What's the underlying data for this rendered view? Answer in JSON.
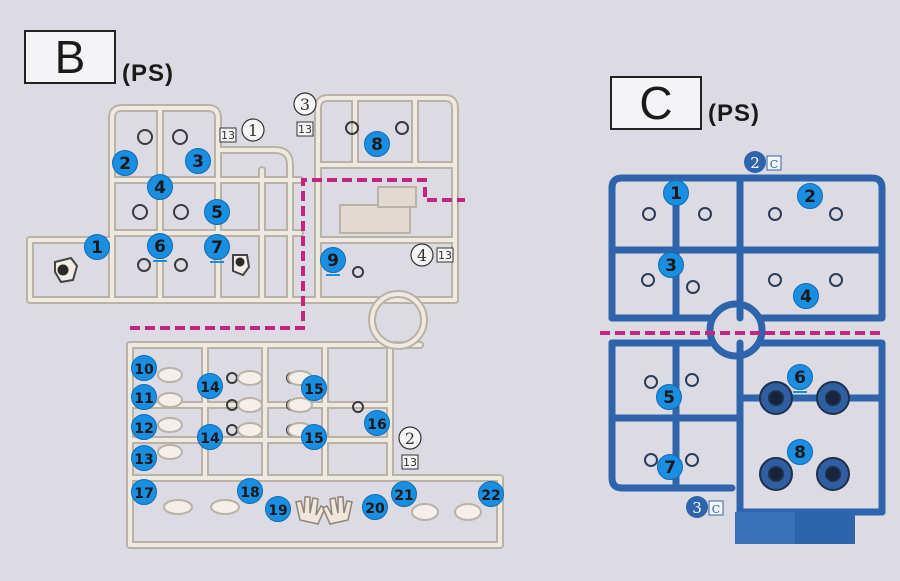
{
  "sections": {
    "B": {
      "letter": "B",
      "material": "(PS)"
    },
    "C": {
      "letter": "C",
      "material": "(PS)"
    }
  },
  "colors": {
    "background": "#dcdbe3",
    "runner_b": "#c9c3b8",
    "runner_b_fill": "#e7e1d8",
    "runner_c": "#2d64ab",
    "badge": "#1a8ee0",
    "cut_line": "#c4237f"
  },
  "b_gate_tags": [
    "1",
    "2",
    "3",
    "4"
  ],
  "b_runner_codes": [
    "13",
    "13",
    "13",
    "13"
  ],
  "c_gate_tags": [
    "2",
    "3"
  ],
  "c_runner_codes": [
    "C",
    "C"
  ],
  "b_parts": [
    "1",
    "2",
    "3",
    "4",
    "5",
    "6",
    "7",
    "8",
    "9",
    "10",
    "11",
    "12",
    "13",
    "14",
    "14",
    "15",
    "15",
    "16",
    "17",
    "18",
    "19",
    "20",
    "21",
    "22"
  ],
  "c_parts": [
    "1",
    "2",
    "3",
    "4",
    "5",
    "6",
    "7",
    "8"
  ]
}
